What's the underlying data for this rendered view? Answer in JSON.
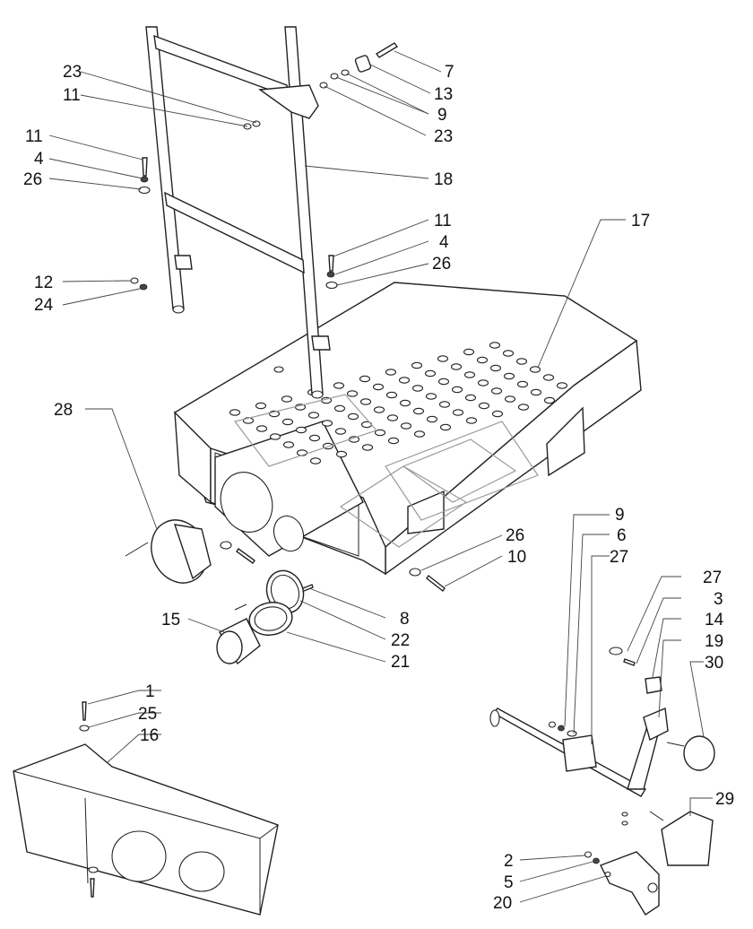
{
  "callouts": [
    {
      "id": "c7",
      "text": "7"
    },
    {
      "id": "c13",
      "text": "13"
    },
    {
      "id": "c9a",
      "text": "9"
    },
    {
      "id": "c23b",
      "text": "23"
    },
    {
      "id": "c23a",
      "text": "23"
    },
    {
      "id": "c11a",
      "text": "11"
    },
    {
      "id": "c11b",
      "text": "11"
    },
    {
      "id": "c4a",
      "text": "4"
    },
    {
      "id": "c26a",
      "text": "26"
    },
    {
      "id": "c18",
      "text": "18"
    },
    {
      "id": "c11c",
      "text": "11"
    },
    {
      "id": "c4b",
      "text": "4"
    },
    {
      "id": "c26b",
      "text": "26"
    },
    {
      "id": "c17",
      "text": "17"
    },
    {
      "id": "c12",
      "text": "12"
    },
    {
      "id": "c24",
      "text": "24"
    },
    {
      "id": "c28",
      "text": "28"
    },
    {
      "id": "c9b",
      "text": "9"
    },
    {
      "id": "c6",
      "text": "6"
    },
    {
      "id": "c27a",
      "text": "27"
    },
    {
      "id": "c26c",
      "text": "26"
    },
    {
      "id": "c10",
      "text": "10"
    },
    {
      "id": "c8",
      "text": "8"
    },
    {
      "id": "c22",
      "text": "22"
    },
    {
      "id": "c21",
      "text": "21"
    },
    {
      "id": "c15",
      "text": "15"
    },
    {
      "id": "c27b",
      "text": "27"
    },
    {
      "id": "c3",
      "text": "3"
    },
    {
      "id": "c14",
      "text": "14"
    },
    {
      "id": "c19",
      "text": "19"
    },
    {
      "id": "c30",
      "text": "30"
    },
    {
      "id": "c1",
      "text": "1"
    },
    {
      "id": "c25",
      "text": "25"
    },
    {
      "id": "c16",
      "text": "16"
    },
    {
      "id": "c29",
      "text": "29"
    },
    {
      "id": "c2",
      "text": "2"
    },
    {
      "id": "c5",
      "text": "5"
    },
    {
      "id": "c20",
      "text": "20"
    }
  ]
}
